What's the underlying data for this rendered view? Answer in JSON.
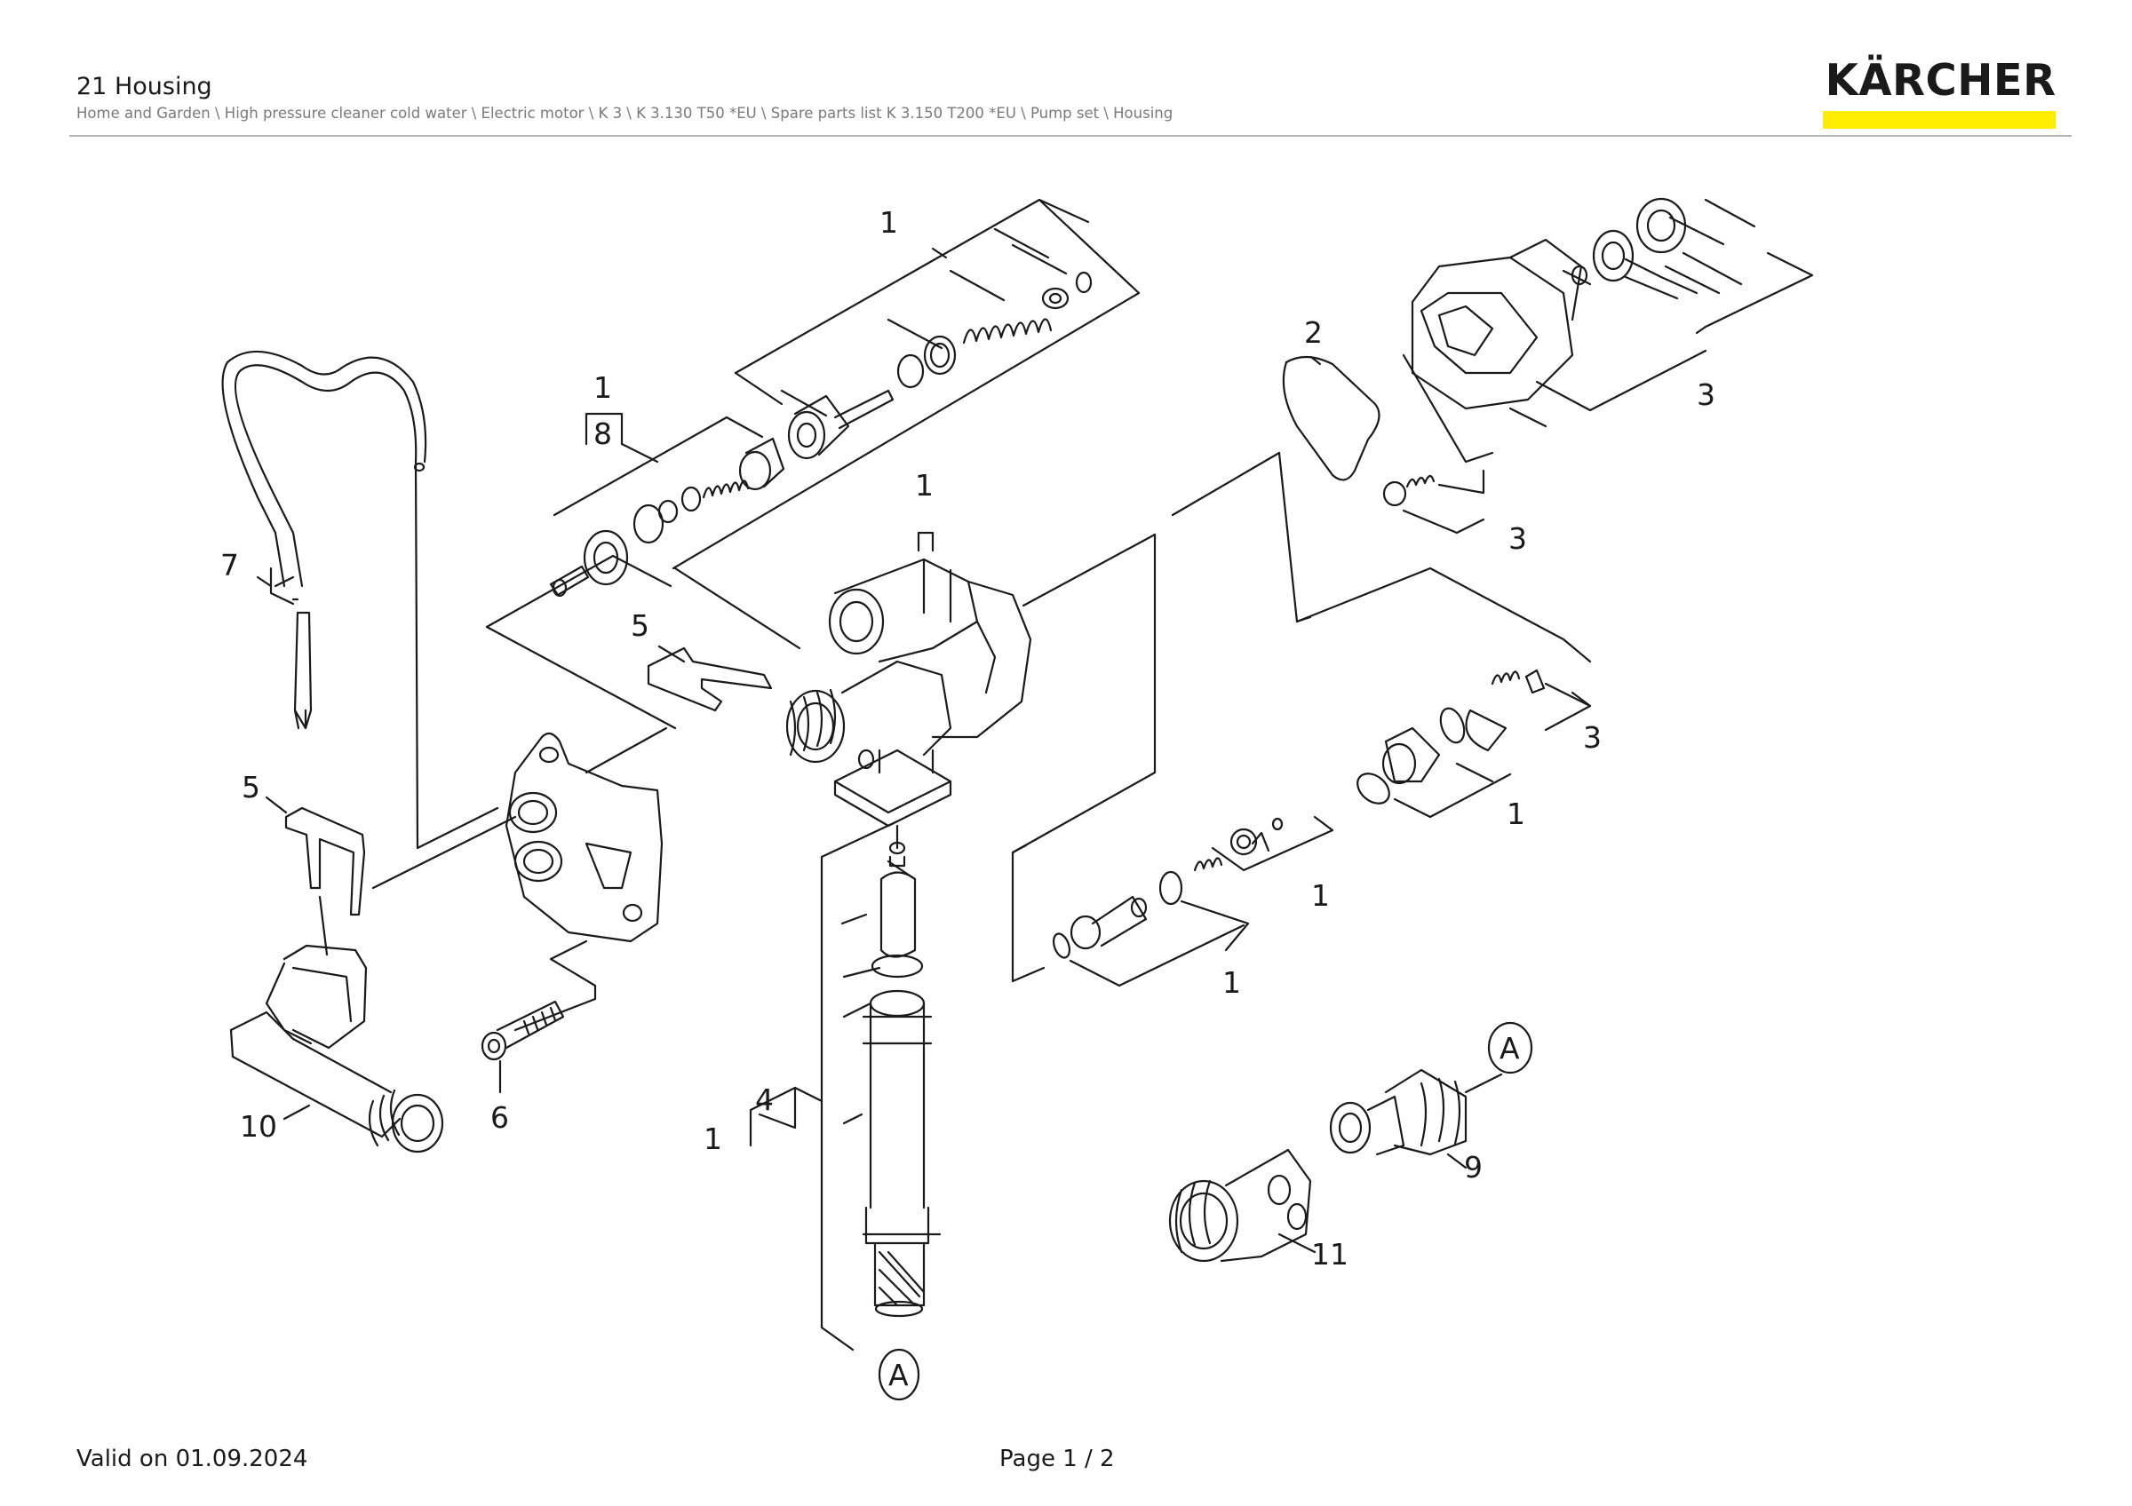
{
  "header": {
    "title": "21 Housing",
    "breadcrumb": "Home and Garden \\ High pressure cleaner cold water \\ Electric motor \\ K 3 \\ K 3.130 T50 *EU \\ Spare parts list K 3.150 T200 *EU \\ Pump set \\ Housing",
    "logo_text": "KÄRCHER"
  },
  "colors": {
    "brand_yellow": "#ffed00",
    "line": "#1a1a1a",
    "rule": "#b5b5b5"
  },
  "callouts": {
    "c1_top": "1",
    "c1_kit": "1",
    "c8": "8",
    "c1_center": "1",
    "c2": "2",
    "c3_cover": "3",
    "c3_valve": "3",
    "c3_right": "3",
    "c7": "7",
    "c5_center": "5",
    "c5_left": "5",
    "c1_right": "1",
    "c1_mid_a": "1",
    "c1_mid_b": "1",
    "c10": "10",
    "c6": "6",
    "c4": "4",
    "c1_left": "1",
    "c9": "9",
    "c11": "11",
    "marker_a1": "A",
    "marker_a2": "A"
  },
  "footer": {
    "valid": "Valid on 01.09.2024",
    "page": "Page 1 / 2"
  }
}
